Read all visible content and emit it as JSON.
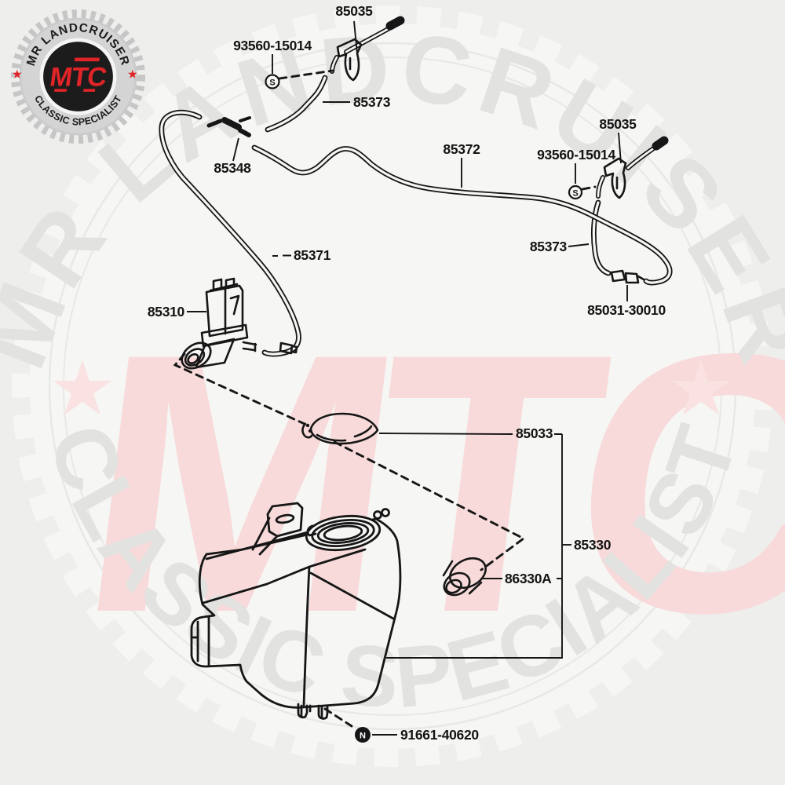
{
  "badge": {
    "top_text": "MR LANDCRUISER",
    "bottom_text": "CLASSIC SPECIALIST",
    "logo_text": "MTC",
    "colors": {
      "red": "#e02428",
      "ring_silver": "#d2d2d2",
      "inner_disc": "#1c1c1c"
    }
  },
  "watermark": {
    "arc_top_text": "MR LANDCRUISER",
    "arc_bottom_text": "CLASSIC SPECIALIST",
    "logo_text": "MTC",
    "colors": {
      "pink_logo": "#f7dad9",
      "pink_star": "#f9e2e1",
      "gray_text": "#e2e2e0"
    }
  },
  "diagram": {
    "colors": {
      "line": "#161616",
      "background": "#eeeeec",
      "disc": "#f6f6f4"
    },
    "labels": {
      "nozzle_top": "85035",
      "screw_top": "93560-15014",
      "hose_top": "85373",
      "tee_joint": "85348",
      "hose_main": "85372",
      "nozzle_right": "85035",
      "screw_right": "93560-15014",
      "hose_right": "85373",
      "hose_joint_right": "85031-30010",
      "hose_pump": "85371",
      "pump": "85310",
      "cap": "85033",
      "jar": "85330",
      "grommet": "86330A",
      "nut": "91661-40620"
    },
    "symbols": {
      "screw": "S",
      "nut": "N"
    }
  }
}
